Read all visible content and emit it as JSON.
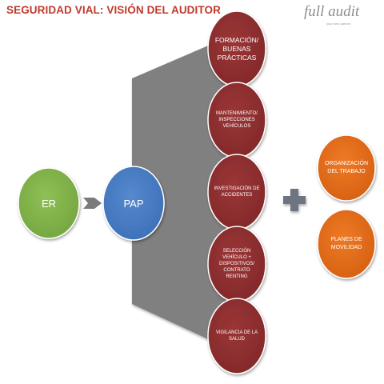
{
  "header": {
    "title": "SEGURIDAD VIAL: VISIÓN DEL AUDITOR",
    "logo_text": "full audit",
    "logo_tagline": "your best partner"
  },
  "nodes": {
    "er": "ER",
    "pap": "PAP",
    "areas": [
      "FORMACIÓN/\nBUENAS\nPRÁCTICAS",
      "MANTENIMIENTO/\nINSPECCIONES\nVEHÍCULOS",
      "INVESTIGACIÓN DE\nACCIDENTES",
      "SELECCIÓN\nVEHÍCULO +\nDISPOSITIVOS/\nCONTRATO\nRENTING",
      "VIGILANCIA DE LA\nSALUD"
    ],
    "extras": [
      "ORGANIZACIÓN\nDEL TRABAJO",
      "PLANES DE\nMOVILIDAD"
    ]
  },
  "colors": {
    "title": "#c0392b",
    "green": "#82b34a",
    "blue": "#4a7ec4",
    "red": "#8e2f30",
    "orange": "#e36c1c",
    "gray": "#7f7f7f"
  }
}
